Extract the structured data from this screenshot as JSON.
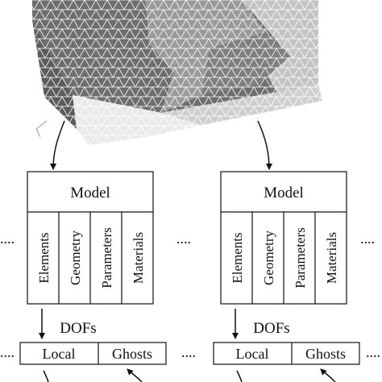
{
  "colors": {
    "ink": "#111111",
    "mesh_dark": "#6e6e6e",
    "mesh_mid": "#9a9a9a",
    "mesh_light": "#c4c4c4",
    "mesh_pale": "#e9e9e9",
    "mesh_line": "#ffffff"
  },
  "left_panel": {
    "model_label": "Model",
    "columns": [
      "Elements",
      "Geometry",
      "Parameters",
      "Materials"
    ],
    "dofs_label": "DOFs",
    "local_label": "Local",
    "ghosts_label": "Ghosts"
  },
  "right_panel": {
    "model_label": "Model",
    "columns": [
      "Elements",
      "Geometry",
      "Parameters",
      "Materials"
    ],
    "dofs_label": "DOFs",
    "local_label": "Local",
    "ghosts_label": "Ghosts"
  },
  "ellipsis": "...."
}
